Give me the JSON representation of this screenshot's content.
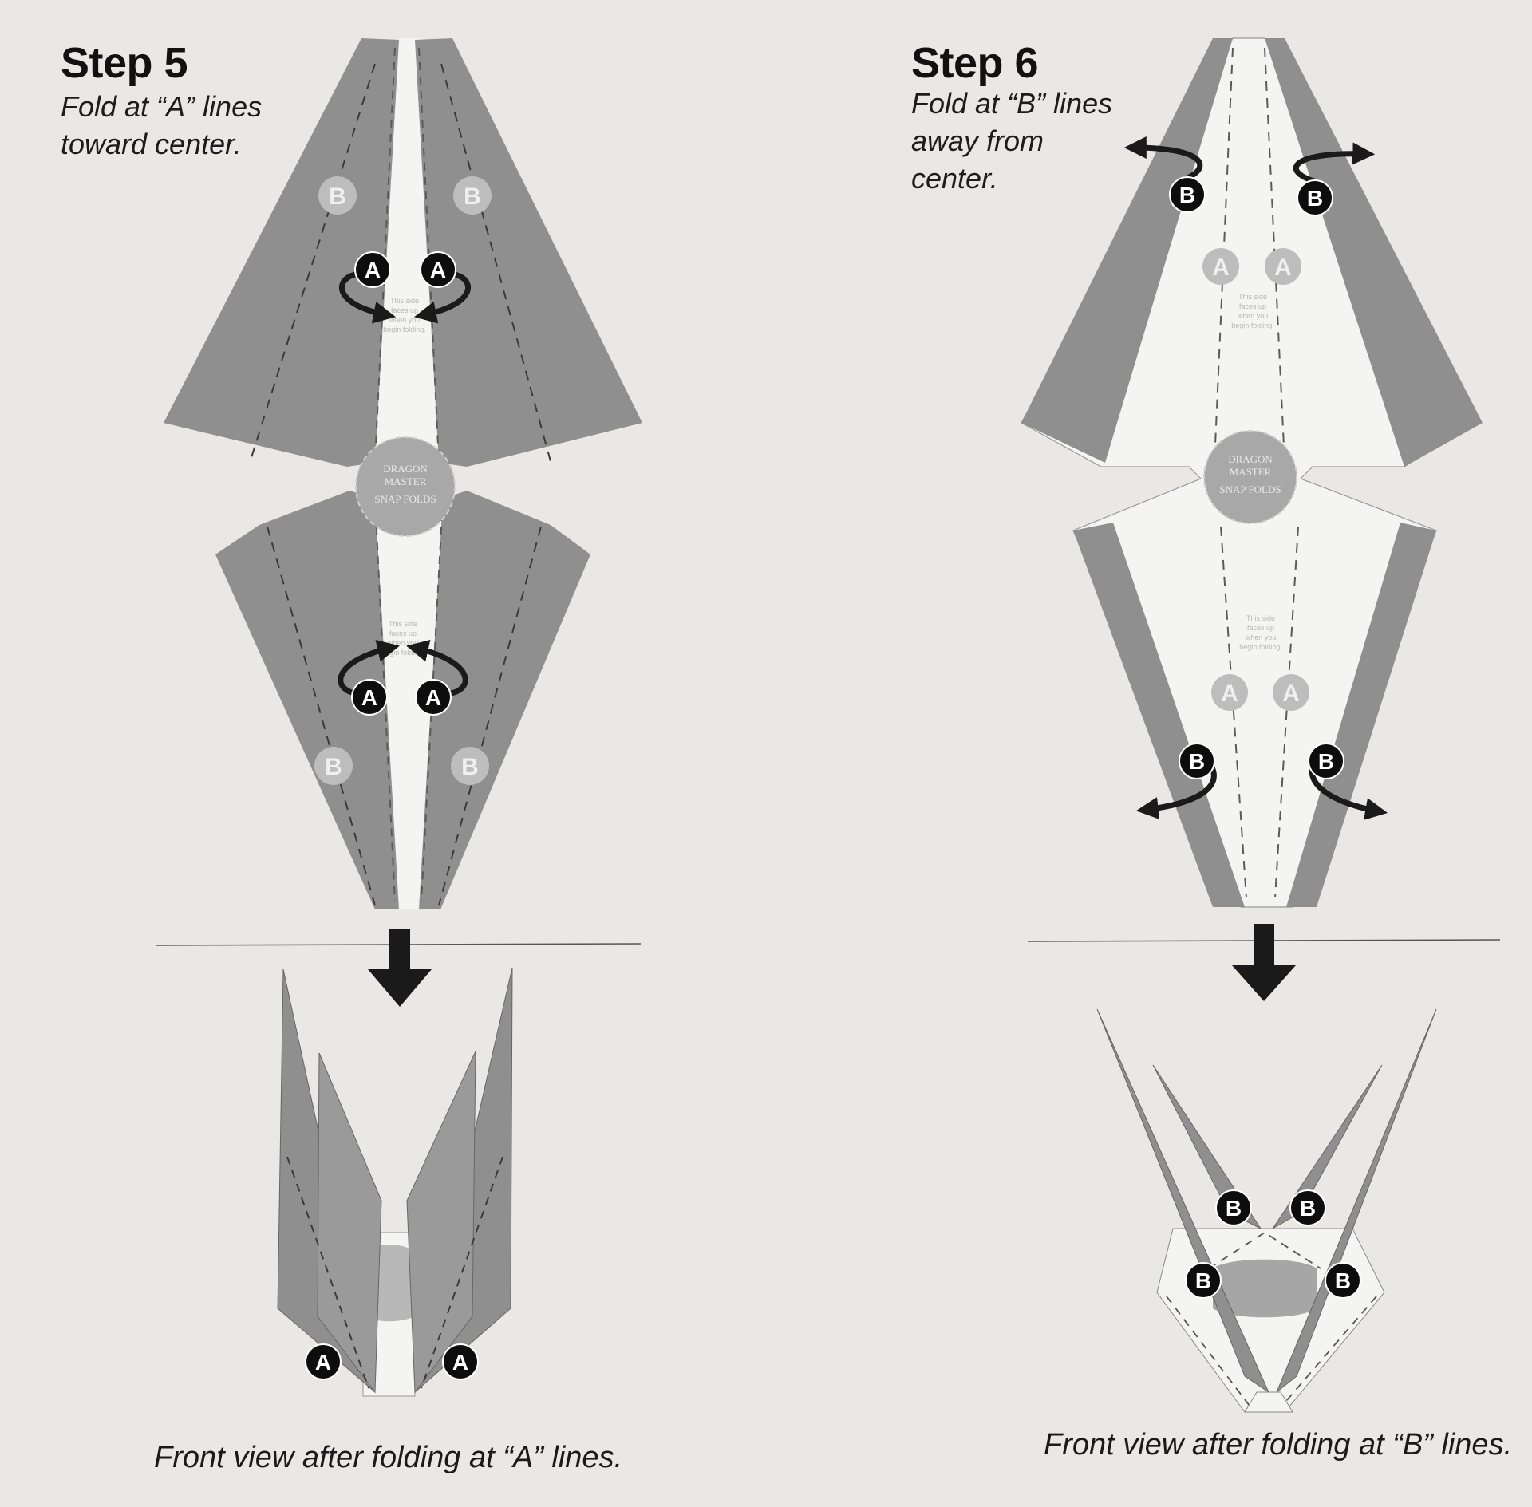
{
  "steps": [
    {
      "title": "Step 5",
      "instruction_lines": [
        "Fold at “A” lines",
        "toward center."
      ],
      "caption": "Front view after folding at “A” lines."
    },
    {
      "title": "Step 6",
      "instruction_lines": [
        "Fold at “B” lines",
        "away from",
        "center."
      ],
      "caption": "Front view after folding at “B” lines."
    }
  ],
  "fold_labels": {
    "a": "A",
    "b": "B"
  },
  "center_note": [
    "This side",
    "faces up",
    "when you",
    "begin folding."
  ],
  "logo": {
    "line1": "DRAGON",
    "line2": "MASTER",
    "line3": "SNAP FOLDS"
  },
  "colors": {
    "background": "#e9e8e4",
    "panel_dark": "#8f8f8f",
    "panel_light": "#f4f4f2",
    "badge": "#0d0d0d",
    "badge_faded": "#bdbdbd",
    "arrow": "#1a1a1a"
  }
}
